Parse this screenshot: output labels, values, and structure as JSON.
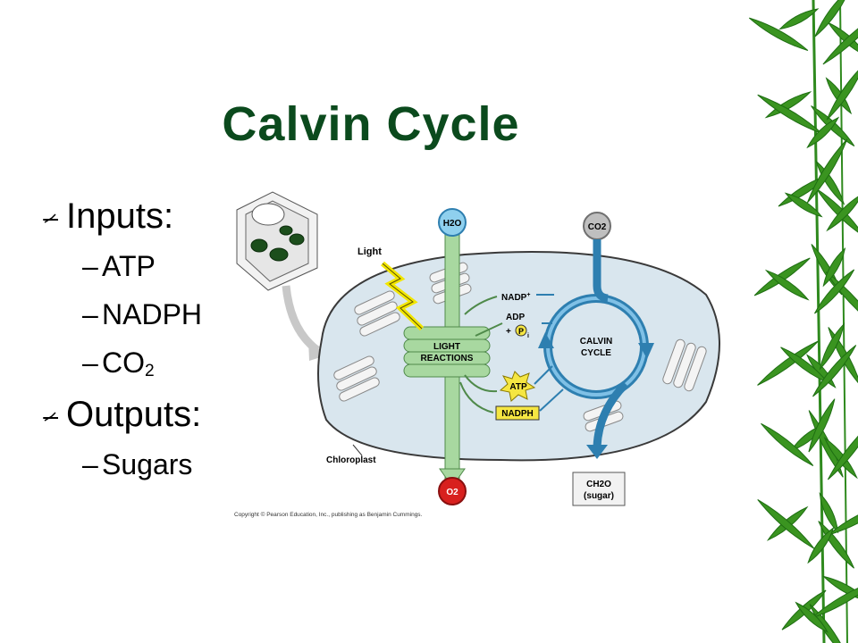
{
  "title": "Calvin Cycle",
  "inputs": {
    "heading": "Inputs:",
    "items": [
      {
        "text": "ATP"
      },
      {
        "text": "NADPH"
      },
      {
        "text": "CO",
        "sub": "2"
      }
    ]
  },
  "outputs": {
    "heading": "Outputs:",
    "items": [
      {
        "text": "Sugars"
      }
    ]
  },
  "diagram": {
    "h2o": "H2O",
    "o2": "O2",
    "co2": "CO2",
    "light": "Light",
    "light_reactions_1": "LIGHT",
    "light_reactions_2": "REACTIONS",
    "nadp": "NADP",
    "nadp_sup": "+",
    "adp": "ADP",
    "plus": "+",
    "p": "P",
    "pi_sub": "i",
    "atp": "ATP",
    "nadph": "NADPH",
    "calvin_1": "CALVIN",
    "calvin_2": "CYCLE",
    "sugar_formula": "CH2O",
    "sugar_label": "(sugar)",
    "chloroplast": "Chloroplast",
    "copyright": "Copyright © Pearson Education, Inc., publishing as Benjamin Cummings."
  },
  "colors": {
    "title": "#0b4a1d",
    "bamboo": "#2f8a1e",
    "chloroplast_fill": "#d9e6ee",
    "cycle_blue": "#2e7fb0",
    "thylakoid_green": "#a8d8a0",
    "o2_red": "#d8201e",
    "atp_yellow": "#f5e642"
  }
}
